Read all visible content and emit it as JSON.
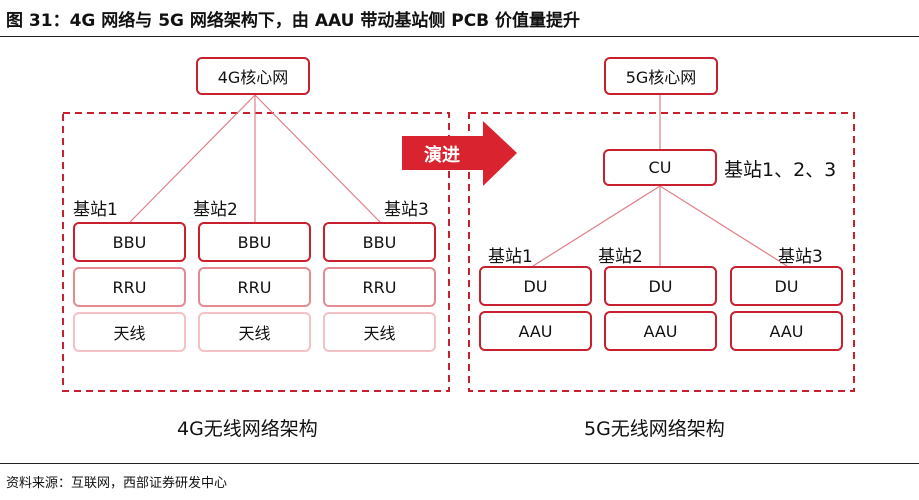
{
  "title": "图 31：4G 网络与 5G 网络架构下，由 AAU 带动基站侧 PCB 价值量提升",
  "source": "资料来源：互联网，西部证券研发中心",
  "evolve_label": "演进",
  "left": {
    "core": "4G核心网",
    "caption": "4G无线网络架构",
    "stations": [
      {
        "label": "基站1",
        "bbu": "BBU",
        "rru": "RRU",
        "antenna": "天线"
      },
      {
        "label": "基站2",
        "bbu": "BBU",
        "rru": "RRU",
        "antenna": "天线"
      },
      {
        "label": "基站3",
        "bbu": "BBU",
        "rru": "RRU",
        "antenna": "天线"
      }
    ]
  },
  "right": {
    "core": "5G核心网",
    "cu": "CU",
    "cu_label": "基站1、2、3",
    "caption": "5G无线网络架构",
    "stations": [
      {
        "label": "基站1",
        "du": "DU",
        "aau": "AAU"
      },
      {
        "label": "基站2",
        "du": "DU",
        "aau": "AAU"
      },
      {
        "label": "基站3",
        "du": "DU",
        "aau": "AAU"
      }
    ]
  },
  "colors": {
    "accent": "#c8202f",
    "light": "#e58a92",
    "lighter": "#f2c2c6"
  }
}
